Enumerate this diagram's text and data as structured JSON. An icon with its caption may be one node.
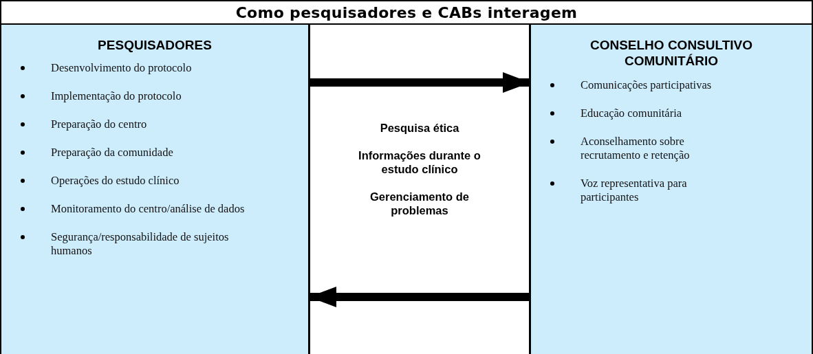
{
  "diagram": {
    "title": "Como pesquisadores e CABs interagem",
    "nodes": [
      {
        "text": [
          "PESQUISADORES",
          "Desenvolvimento do protocolo",
          "Implementação do protocolo",
          "Preparação do centro",
          "Preparação da comunidade",
          "Operações do estudo clínico",
          "Monitoramento do centro/análise de dados",
          "Segurança/responsabilidade de sujeitos humanos"
        ]
      },
      {
        "text": [
          "CONSELHO CONSULTIVO COMUNITÁRIO",
          "Comunicações participativas",
          "Educação comunitária",
          "Aconselhamento sobre recrutamento e retenção",
          "Voz representativa para participantes"
        ]
      }
    ],
    "edges": [
      {
        "from": 0,
        "to": 1,
        "arrow": "to"
      },
      {
        "from": 1,
        "to": 0,
        "arrow": "to"
      }
    ],
    "labels": [
      "Pesquisa ética",
      "Informações durante o estudo clínico",
      "Gerenciamento de problemas"
    ]
  }
}
